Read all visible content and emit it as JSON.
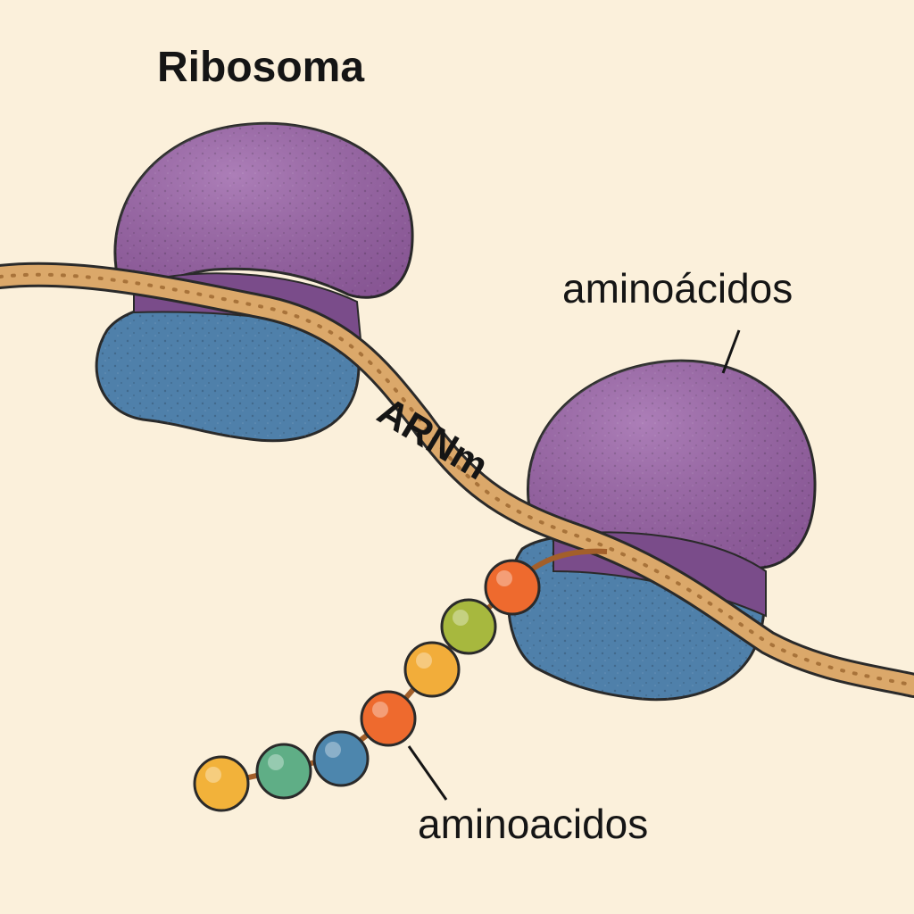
{
  "labels": {
    "ribosome": "Ribosoma",
    "amino_top": "aminoácidos",
    "mrna": "ARNm",
    "amino_bottom": "aminoacidos"
  },
  "colors": {
    "background": "#fbf0db",
    "large_subunit": "#9a62a8",
    "small_subunit": "#4f80aa",
    "mrna_strand": "#dba86a",
    "outline": "#2a2a2a"
  },
  "amino_acid_chain": [
    {
      "color": "#ee6a2e"
    },
    {
      "color": "#a7b83e"
    },
    {
      "color": "#f2ad3a"
    },
    {
      "color": "#ee6a2e"
    },
    {
      "color": "#4d86ad"
    },
    {
      "color": "#5fae86"
    },
    {
      "color": "#f2b23a"
    }
  ]
}
